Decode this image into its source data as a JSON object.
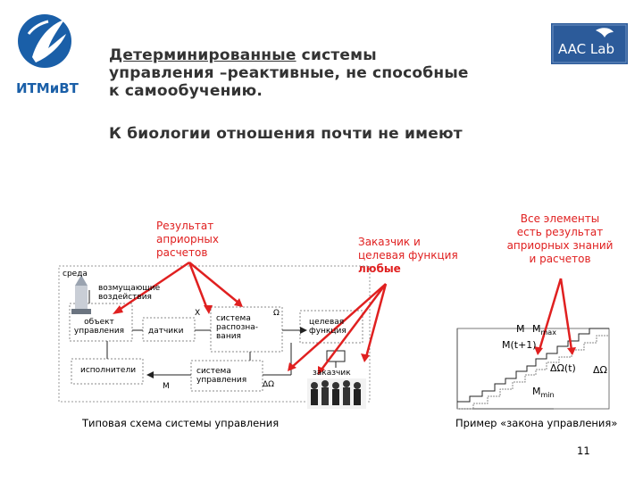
{
  "logos": {
    "left_text": "ИТМиВТ",
    "right_text": "AAC Lab"
  },
  "title": {
    "underlined": "Детерминированные",
    "rest_line1": " системы",
    "line2": "управления –реактивные, не способные",
    "line3": "к самообучению."
  },
  "subtitle": "К биологии отношения почти не имеют",
  "annotations": {
    "result_a_priori": [
      "Результат",
      "априорных",
      "расчетов"
    ],
    "customer_goal": [
      "Заказчик и",
      "целевая функция"
    ],
    "customer_goal_bold": "любые",
    "all_elements": [
      "Все элементы",
      "есть результат",
      "априорных знаний",
      "и расчетов"
    ]
  },
  "diagram": {
    "environment": "среда",
    "disturbances": [
      "возмущающие",
      "воздействия"
    ],
    "object": [
      "объект",
      "управления"
    ],
    "sensors": "датчики",
    "x_label": "X",
    "recognition": [
      "система",
      "распозна-",
      "вания"
    ],
    "omega": "Ω",
    "goal_function": [
      "целевая",
      "функция"
    ],
    "actuators": "исполнители",
    "m_label": "M",
    "control_system": [
      "система",
      "управления"
    ],
    "delta_omega": "ΔΩ",
    "customer": "заказчик",
    "caption": "Типовая схема системы управления"
  },
  "example": {
    "m": "M",
    "m_max": "M",
    "m_max_sub": "max",
    "m_t1": "M(t+1)",
    "delta_omega_t": "ΔΩ(t)",
    "delta_omega": "ΔΩ",
    "m_min": "M",
    "m_min_sub": "min",
    "caption": "Пример «закона управления»"
  },
  "page_number": "11",
  "colors": {
    "accent_red": "#e02020",
    "logo_blue": "#1a5fa8"
  }
}
